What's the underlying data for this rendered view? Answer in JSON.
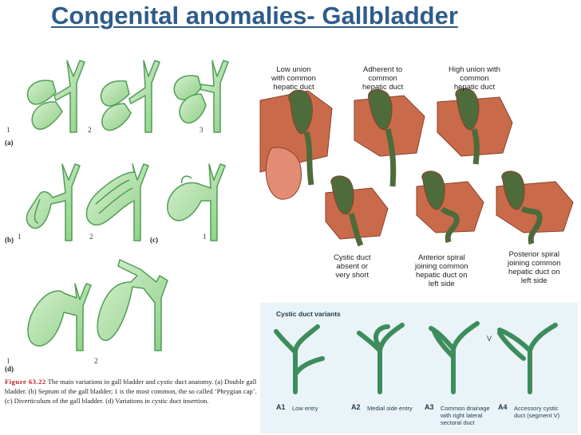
{
  "title": "Congenital anomalies- Gallbladder",
  "figure": {
    "row_a": {
      "part": "(a)",
      "nums": [
        "1",
        "2",
        "3"
      ]
    },
    "row_b": {
      "part_b": "(b)",
      "part_c": "(c)",
      "nums": [
        "1",
        "2",
        "1"
      ]
    },
    "row_d": {
      "part": "(d)",
      "nums": [
        "1",
        "2"
      ]
    },
    "caption_label": "Figure 63.22",
    "caption_text": " The main variations in gall bladder and cystic duct anatomy. (a) Double gall bladder. (b) Septum of the gall bladder; 1 is the most common, the so called ‘Phrygian cap’. (c) Diverticulum of the gall bladder. (d) Variations in cystic duct insertion."
  },
  "photos": {
    "labels": [
      [
        "Low union",
        "with common",
        "hepatic duct"
      ],
      [
        "Adherent to",
        "common",
        "hepatic duct"
      ],
      [
        "High union with",
        "common",
        "hepatic duct"
      ],
      [
        "Cystic duct",
        "absent or",
        "very short"
      ],
      [
        "Anterior spiral",
        "joining common",
        "hepatic duct on",
        "left side"
      ],
      [
        "Posterior spiral",
        "joining common",
        "hepatic duct on",
        "left side"
      ]
    ]
  },
  "cystic_variants": {
    "title": "Cystic duct variants",
    "marker": "V",
    "items": [
      {
        "code": "A1",
        "desc": [
          "Low entry"
        ]
      },
      {
        "code": "A2",
        "desc": [
          "Medial side entry"
        ]
      },
      {
        "code": "A3",
        "desc": [
          "Common drainage",
          "with right lateral",
          "sectoral duct"
        ]
      },
      {
        "code": "A4",
        "desc": [
          "Accessory cystic",
          "duct (segment V)"
        ]
      }
    ]
  },
  "colors": {
    "title": "#2e5c8a",
    "gb_fill": "#a9dca0",
    "gb_stroke": "#4f9e55",
    "duct": "#3c8d5b",
    "liver": "#c96b4a",
    "gb_dark": "#4e6b3c"
  }
}
